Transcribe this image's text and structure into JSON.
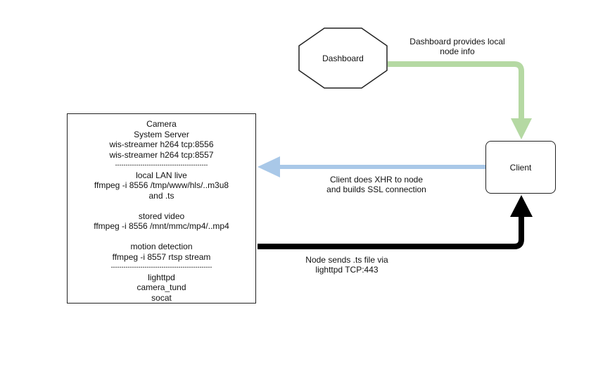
{
  "diagram": {
    "dashboard": {
      "label": "Dashboard"
    },
    "client": {
      "label": "Client"
    },
    "camera": {
      "lines": [
        "Camera",
        "System Server",
        "wis-streamer h264 tcp:8556",
        "wis-streamer h264 tcp:8557",
        "--------------------------------------------",
        "local LAN live",
        "ffmpeg -i 8556 /tmp/www/hls/..m3u8",
        "and .ts",
        "",
        "stored video",
        "ffmpeg -i 8556 /mnt/mmc/mp4/..mp4",
        "",
        "motion detection",
        "ffmpeg -i 8557 rtsp stream",
        "------------------------------------------------",
        "lighttpd",
        "camera_tund",
        "socat"
      ]
    },
    "edges": {
      "dashboard_to_client": {
        "label_line1": "Dashboard provides local",
        "label_line2": "node info",
        "color": "#b5d9a3"
      },
      "client_to_camera": {
        "label_line1": "Client does XHR to node",
        "label_line2": "and builds SSL connection",
        "color": "#a9c8e8"
      },
      "camera_to_client": {
        "label_line1": "Node sends .ts file via",
        "label_line2": "lighttpd TCP:443",
        "color": "#000000"
      }
    }
  }
}
